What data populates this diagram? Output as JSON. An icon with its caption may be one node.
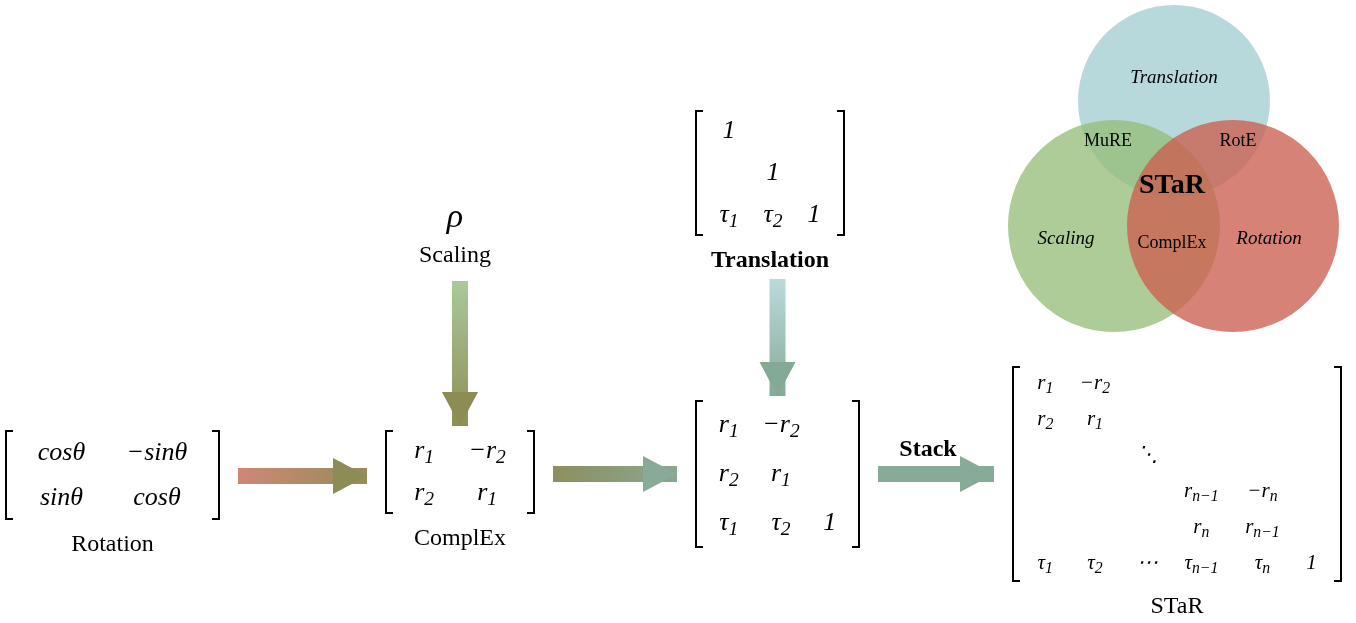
{
  "diagram": {
    "nodes": [
      {
        "text": [
          "cosθ",
          "−sinθ",
          "sinθ",
          "cosθ"
        ],
        "beside": [
          "Rotation"
        ]
      },
      {
        "text": [
          "r$_{1}$",
          "−r$_{2}$",
          "r$_{2}$",
          "r$_{1}$"
        ],
        "beside": [
          "ComplEx"
        ]
      },
      {
        "text": [
          "ρ",
          "Scaling"
        ]
      },
      {
        "text": [
          "1",
          "1",
          "τ$_{1}$",
          "τ$_{2}$",
          "1"
        ],
        "beside": [
          "Translation"
        ]
      },
      {
        "text": [
          "r$_{1}$",
          "−r$_{2}$",
          "r$_{2}$",
          "r$_{1}$",
          "τ$_{1}$",
          "τ$_{2}$",
          "1"
        ]
      },
      {
        "text": [
          "r$_{1}$",
          "−r$_{2}$",
          "r$_{2}$",
          "r$_{1}$",
          "⋱",
          "r$_{n−1}$",
          "−r$_{n}$",
          "r$_{n}$",
          "r$_{n−1}$",
          "τ$_{1}$",
          "τ$_{2}$",
          "⋯",
          "τ$_{n−1}$",
          "τ$_{n}$",
          "1"
        ],
        "beside": [
          "STaR"
        ]
      },
      {
        "text": [
          "Translation"
        ]
      },
      {
        "text": [
          "Scaling"
        ]
      },
      {
        "text": [
          "Rotation"
        ]
      }
    ],
    "edges": [
      {
        "from": 0,
        "to": 1,
        "arrow": "to",
        "style": "thick"
      },
      {
        "from": 2,
        "to": 1,
        "arrow": "to",
        "style": "thick"
      },
      {
        "from": 1,
        "to": 4,
        "arrow": "to",
        "style": "thick"
      },
      {
        "from": 3,
        "to": 4,
        "arrow": "to",
        "style": "thick"
      },
      {
        "from": 4,
        "to": 5,
        "arrow": "to",
        "style": "thick",
        "label": "Stack"
      }
    ],
    "labels": [
      "MuRE",
      "RotE",
      "STaR",
      "ComplEx"
    ]
  }
}
